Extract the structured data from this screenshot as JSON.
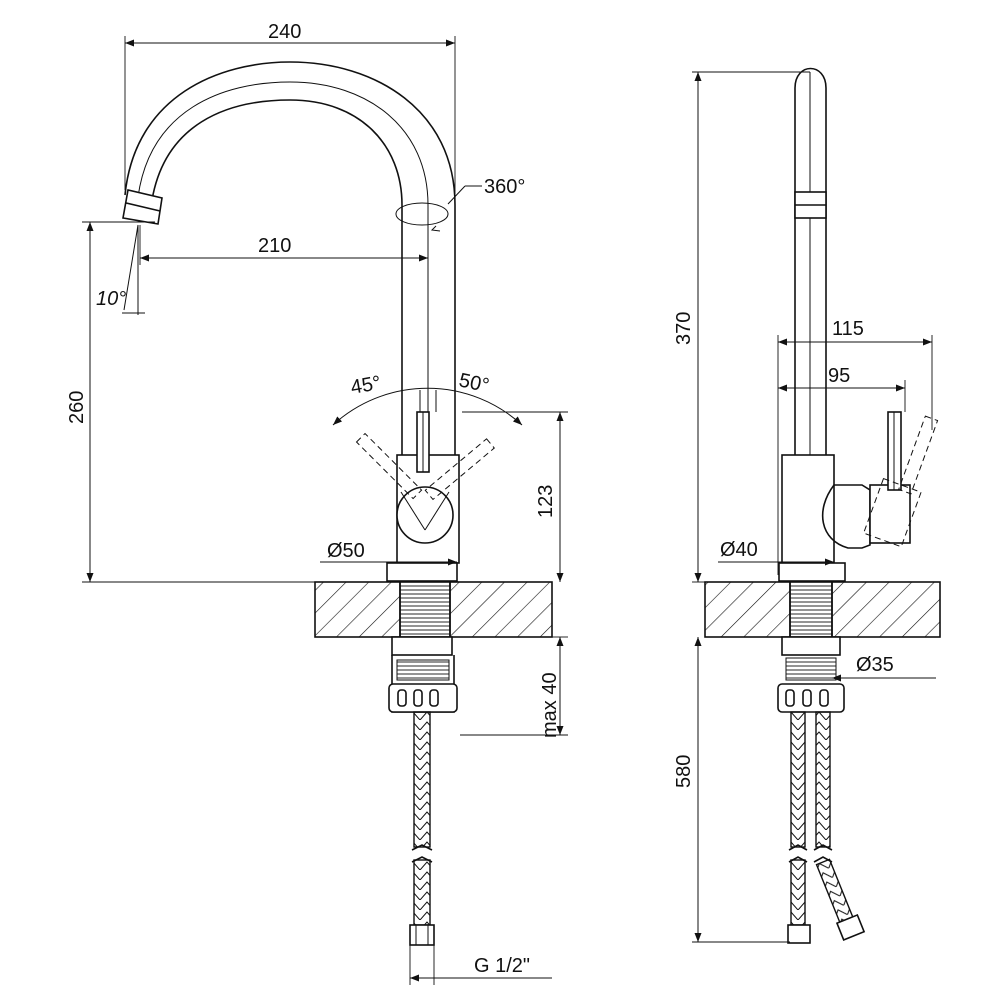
{
  "front_view": {
    "dim_total_width": "240",
    "dim_spout_reach": "210",
    "dim_rotation": "360°",
    "dim_spout_angle": "10°",
    "dim_height": "260",
    "dim_lever_left": "45°",
    "dim_lever_right": "50°",
    "dim_body_height": "123",
    "dim_base_diameter": "Ø50",
    "dim_deck_thickness": "max 40",
    "dim_connection": "G 1/2\""
  },
  "side_view": {
    "dim_total_height": "370",
    "dim_lever_reach": "115",
    "dim_lever_offset": "95",
    "dim_body_diameter": "Ø40",
    "dim_shank_diameter": "Ø35",
    "dim_hose_length": "580"
  }
}
